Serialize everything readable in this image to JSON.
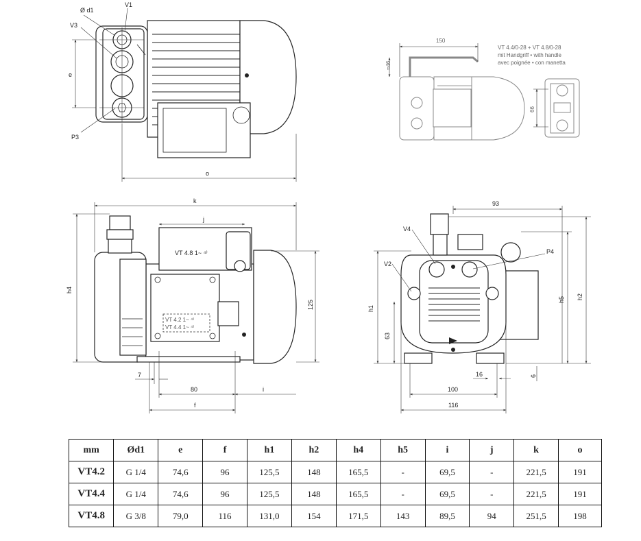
{
  "labels": {
    "d1": "Ø d1",
    "v1": "V1",
    "v2": "V2",
    "v3": "V3",
    "v4": "V4",
    "p3": "P3",
    "p4": "P4",
    "e": "e",
    "o": "o",
    "k": "k",
    "j": "j",
    "f": "f",
    "i": "i",
    "h1": "h1",
    "h2": "h2",
    "h4": "h4",
    "h5": "h5",
    "d150": "150",
    "d46": "≈46",
    "d66": "66",
    "d125": "125",
    "d7": "7",
    "d80": "80",
    "d93": "93",
    "d63": "63",
    "d16": "16",
    "d6": "6",
    "d100": "100",
    "d116": "116"
  },
  "handle_note": [
    "VT 4.4/0-28 + VT 4.8/0-28",
    "mit Handgriff • with handle",
    "avec poignée • con manetta"
  ],
  "box_labels": {
    "vt48": "VT 4.8  1~ ⁴⁾",
    "vt42": "VT 4.2  1~ ⁴⁾",
    "vt44": "VT 4.4  1~ ⁴⁾"
  },
  "table": {
    "headers": [
      "mm",
      "Ød1",
      "e",
      "f",
      "h1",
      "h2",
      "h4",
      "h5",
      "i",
      "j",
      "k",
      "o"
    ],
    "rows": [
      [
        "VT4.2",
        "G 1/4",
        "74,6",
        "96",
        "125,5",
        "148",
        "165,5",
        "-",
        "69,5",
        "-",
        "221,5",
        "191"
      ],
      [
        "VT4.4",
        "G 1/4",
        "74,6",
        "96",
        "125,5",
        "148",
        "165,5",
        "-",
        "69,5",
        "-",
        "221,5",
        "191"
      ],
      [
        "VT4.8",
        "G 3/8",
        "79,0",
        "116",
        "131,0",
        "154",
        "171,5",
        "143",
        "89,5",
        "94",
        "251,5",
        "198"
      ]
    ]
  }
}
